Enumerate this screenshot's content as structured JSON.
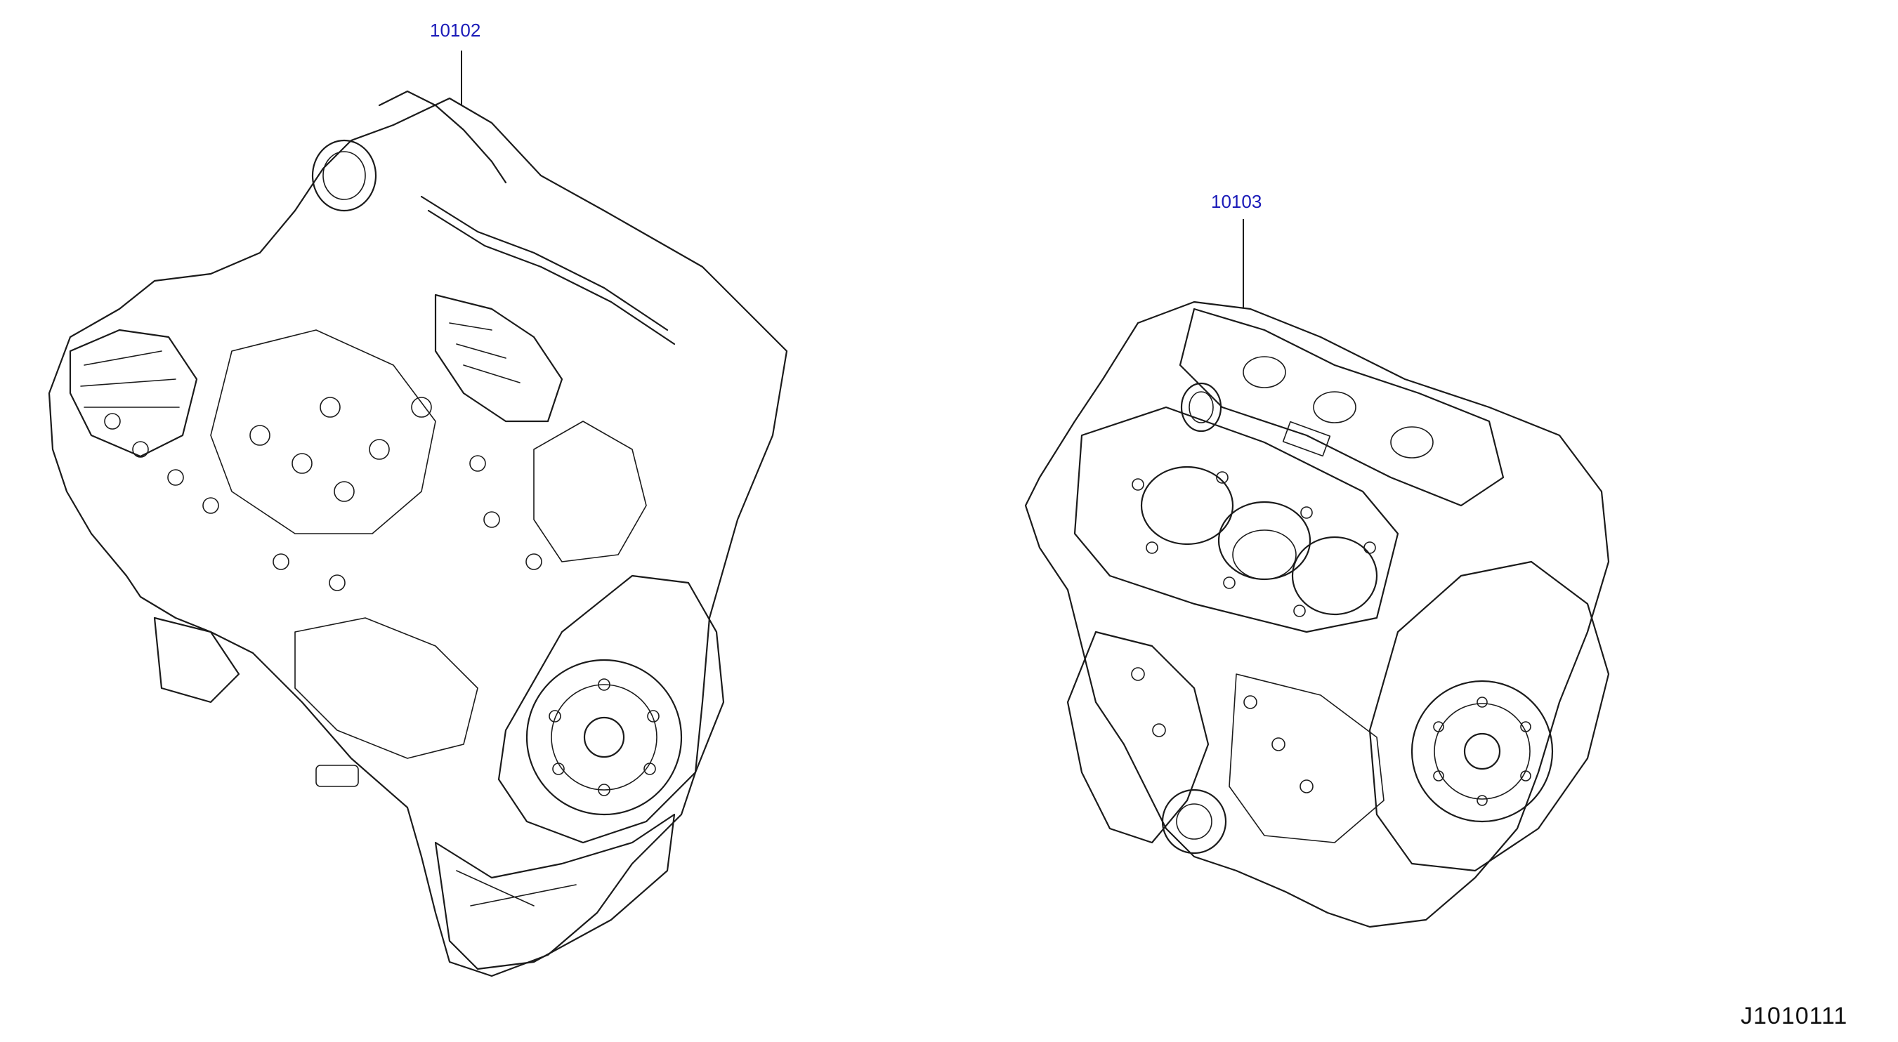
{
  "diagram": {
    "parts": [
      {
        "callout": "10102"
      },
      {
        "callout": "10103"
      }
    ],
    "document_id": "J1010111",
    "callout_color": "#1a1ab8"
  }
}
